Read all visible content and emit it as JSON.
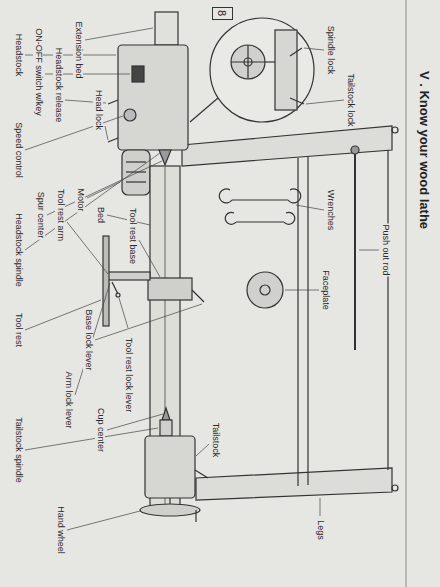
{
  "diagram": {
    "title": "V . Know your wood lathe",
    "nodes": [
      {
        "text": [
          "8"
        ]
      }
    ],
    "labels": [
      "Headstock",
      "ON-OFF switch w/key",
      "Headstock release",
      "Extension bed",
      "Head lock",
      "Speed control",
      "Spur center",
      "Tool rest arm",
      "Motor",
      "Bed",
      "Headstock spindle",
      "Tool rest base",
      "Base lock lever",
      "Tool rest",
      "Tool rest lock lever",
      "Arm lock lever",
      "Cup center",
      "Tailstock spindle",
      "Tailstock",
      "Hand wheel",
      "Legs",
      "Spindle lock",
      "Tailstock lock",
      "Wrenches",
      "Faceplate",
      "Push out rod"
    ]
  }
}
